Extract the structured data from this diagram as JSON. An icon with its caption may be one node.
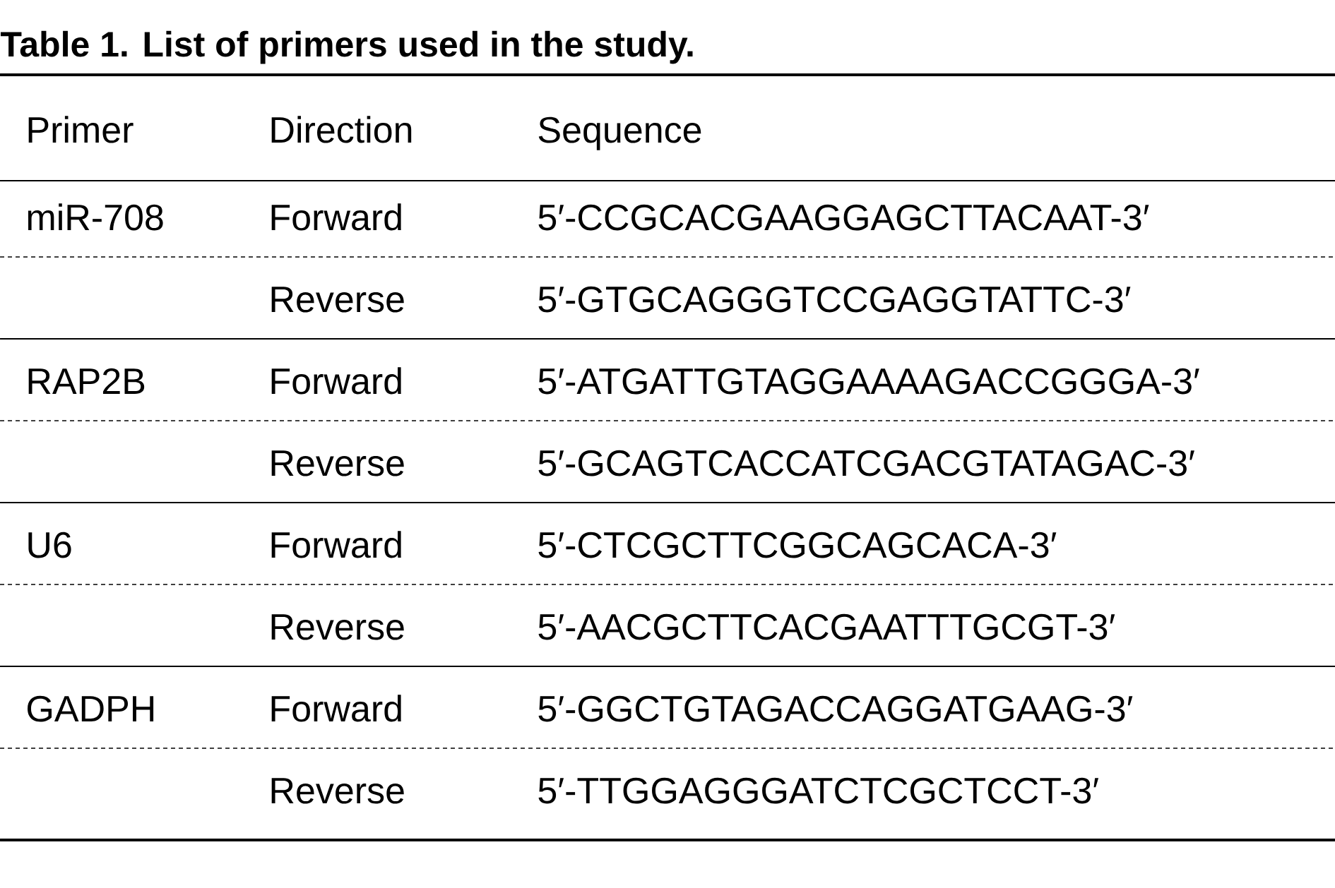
{
  "diagram": {
    "title": "Table 1. List of primers used in the study.",
    "labels": [
      "Primer",
      "Direction",
      "Sequence",
      "miR-708",
      "Forward",
      "5′-CCGCACGAAGGAGCTTACAAT-3′",
      "Reverse",
      "5′-GTGCAGGGTCCGAGGTATTC-3′",
      "RAP2B",
      "Forward",
      "5′-ATGATTGTAGGAAAAGACCGGGA-3′",
      "Reverse",
      "5′-GCAGTCACCATCGACGTATAGAC-3′",
      "U6",
      "Forward",
      "5′-CTCGCTTCGGCAGCACA-3′",
      "Reverse",
      "5′-AACGCTTCACGAATTTGCGT-3′",
      "GADPH",
      "Forward",
      "5′-GGCTGTAGACCAGGATGAAG-3′",
      "Reverse",
      "5′-TTGGAGGGATCTCGCTCCT-3′"
    ]
  }
}
